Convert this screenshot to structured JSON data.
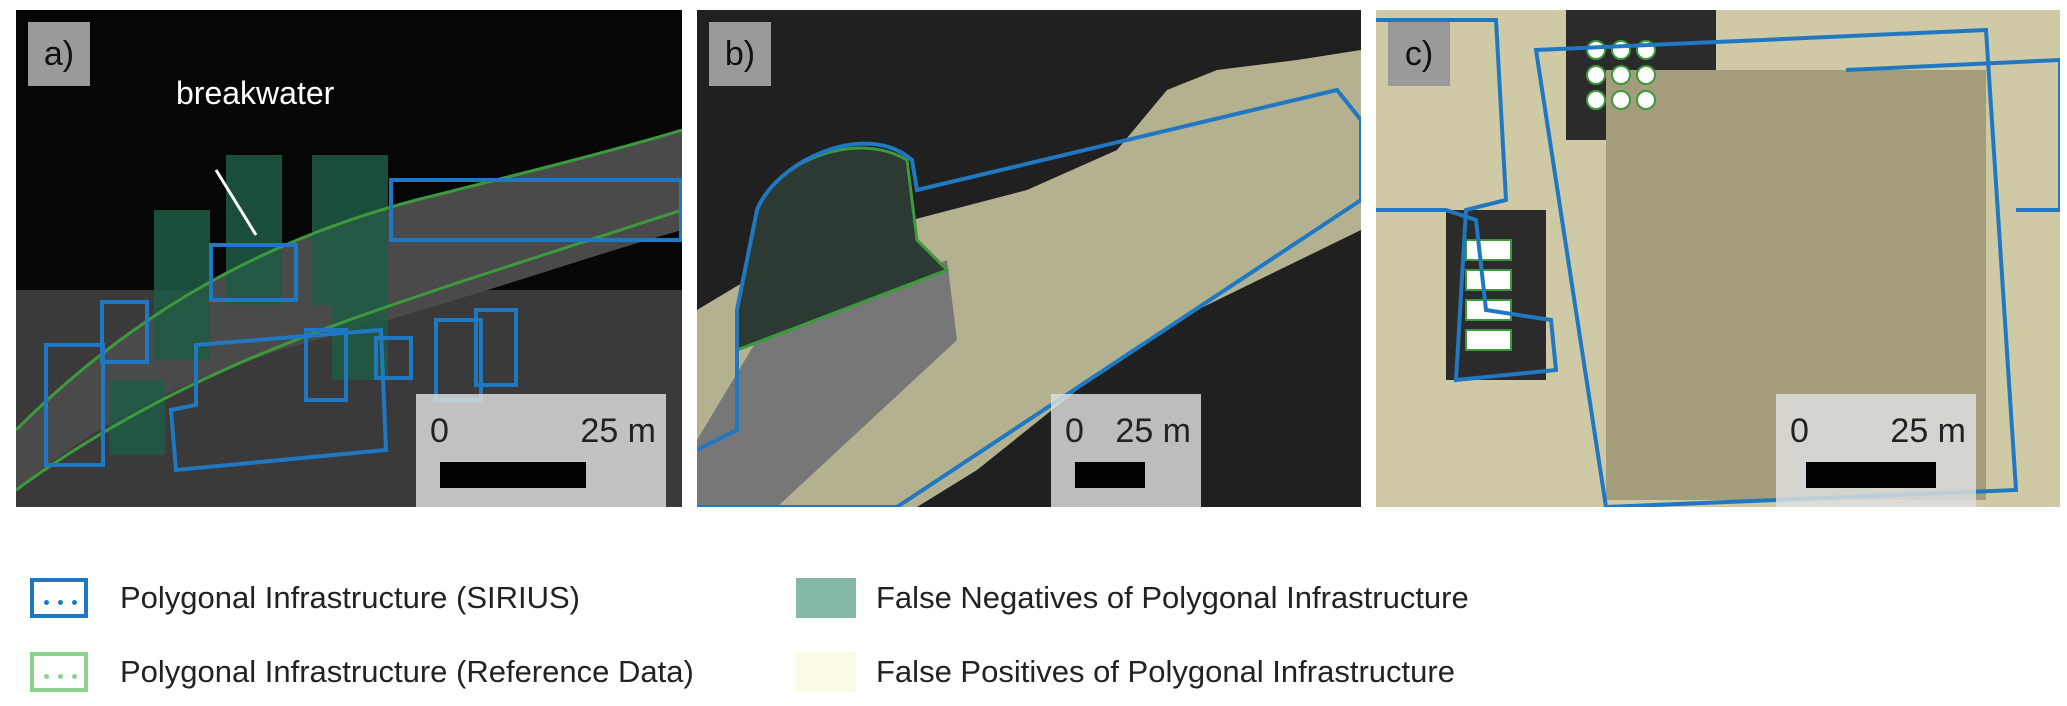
{
  "panels": [
    {
      "label": "a)",
      "annotation": "breakwater",
      "scale": {
        "zero": "0",
        "max": "25 m"
      }
    },
    {
      "label": "b)",
      "scale": {
        "zero": "0",
        "max": "25 m"
      }
    },
    {
      "label": "c)",
      "scale": {
        "zero": "0",
        "max": "25 m"
      }
    }
  ],
  "legend": [
    {
      "label": "Polygonal Infrastructure (SIRIUS)",
      "color": "#1f78c1"
    },
    {
      "label": "Polygonal Infrastructure (Reference Data)",
      "color": "#8fd18f"
    },
    {
      "label": "False Negatives of Polygonal Infrastructure",
      "color": "#86b8a6"
    },
    {
      "label": "False Positives of Polygonal Infrastructure",
      "color": "#fcfce4"
    }
  ]
}
